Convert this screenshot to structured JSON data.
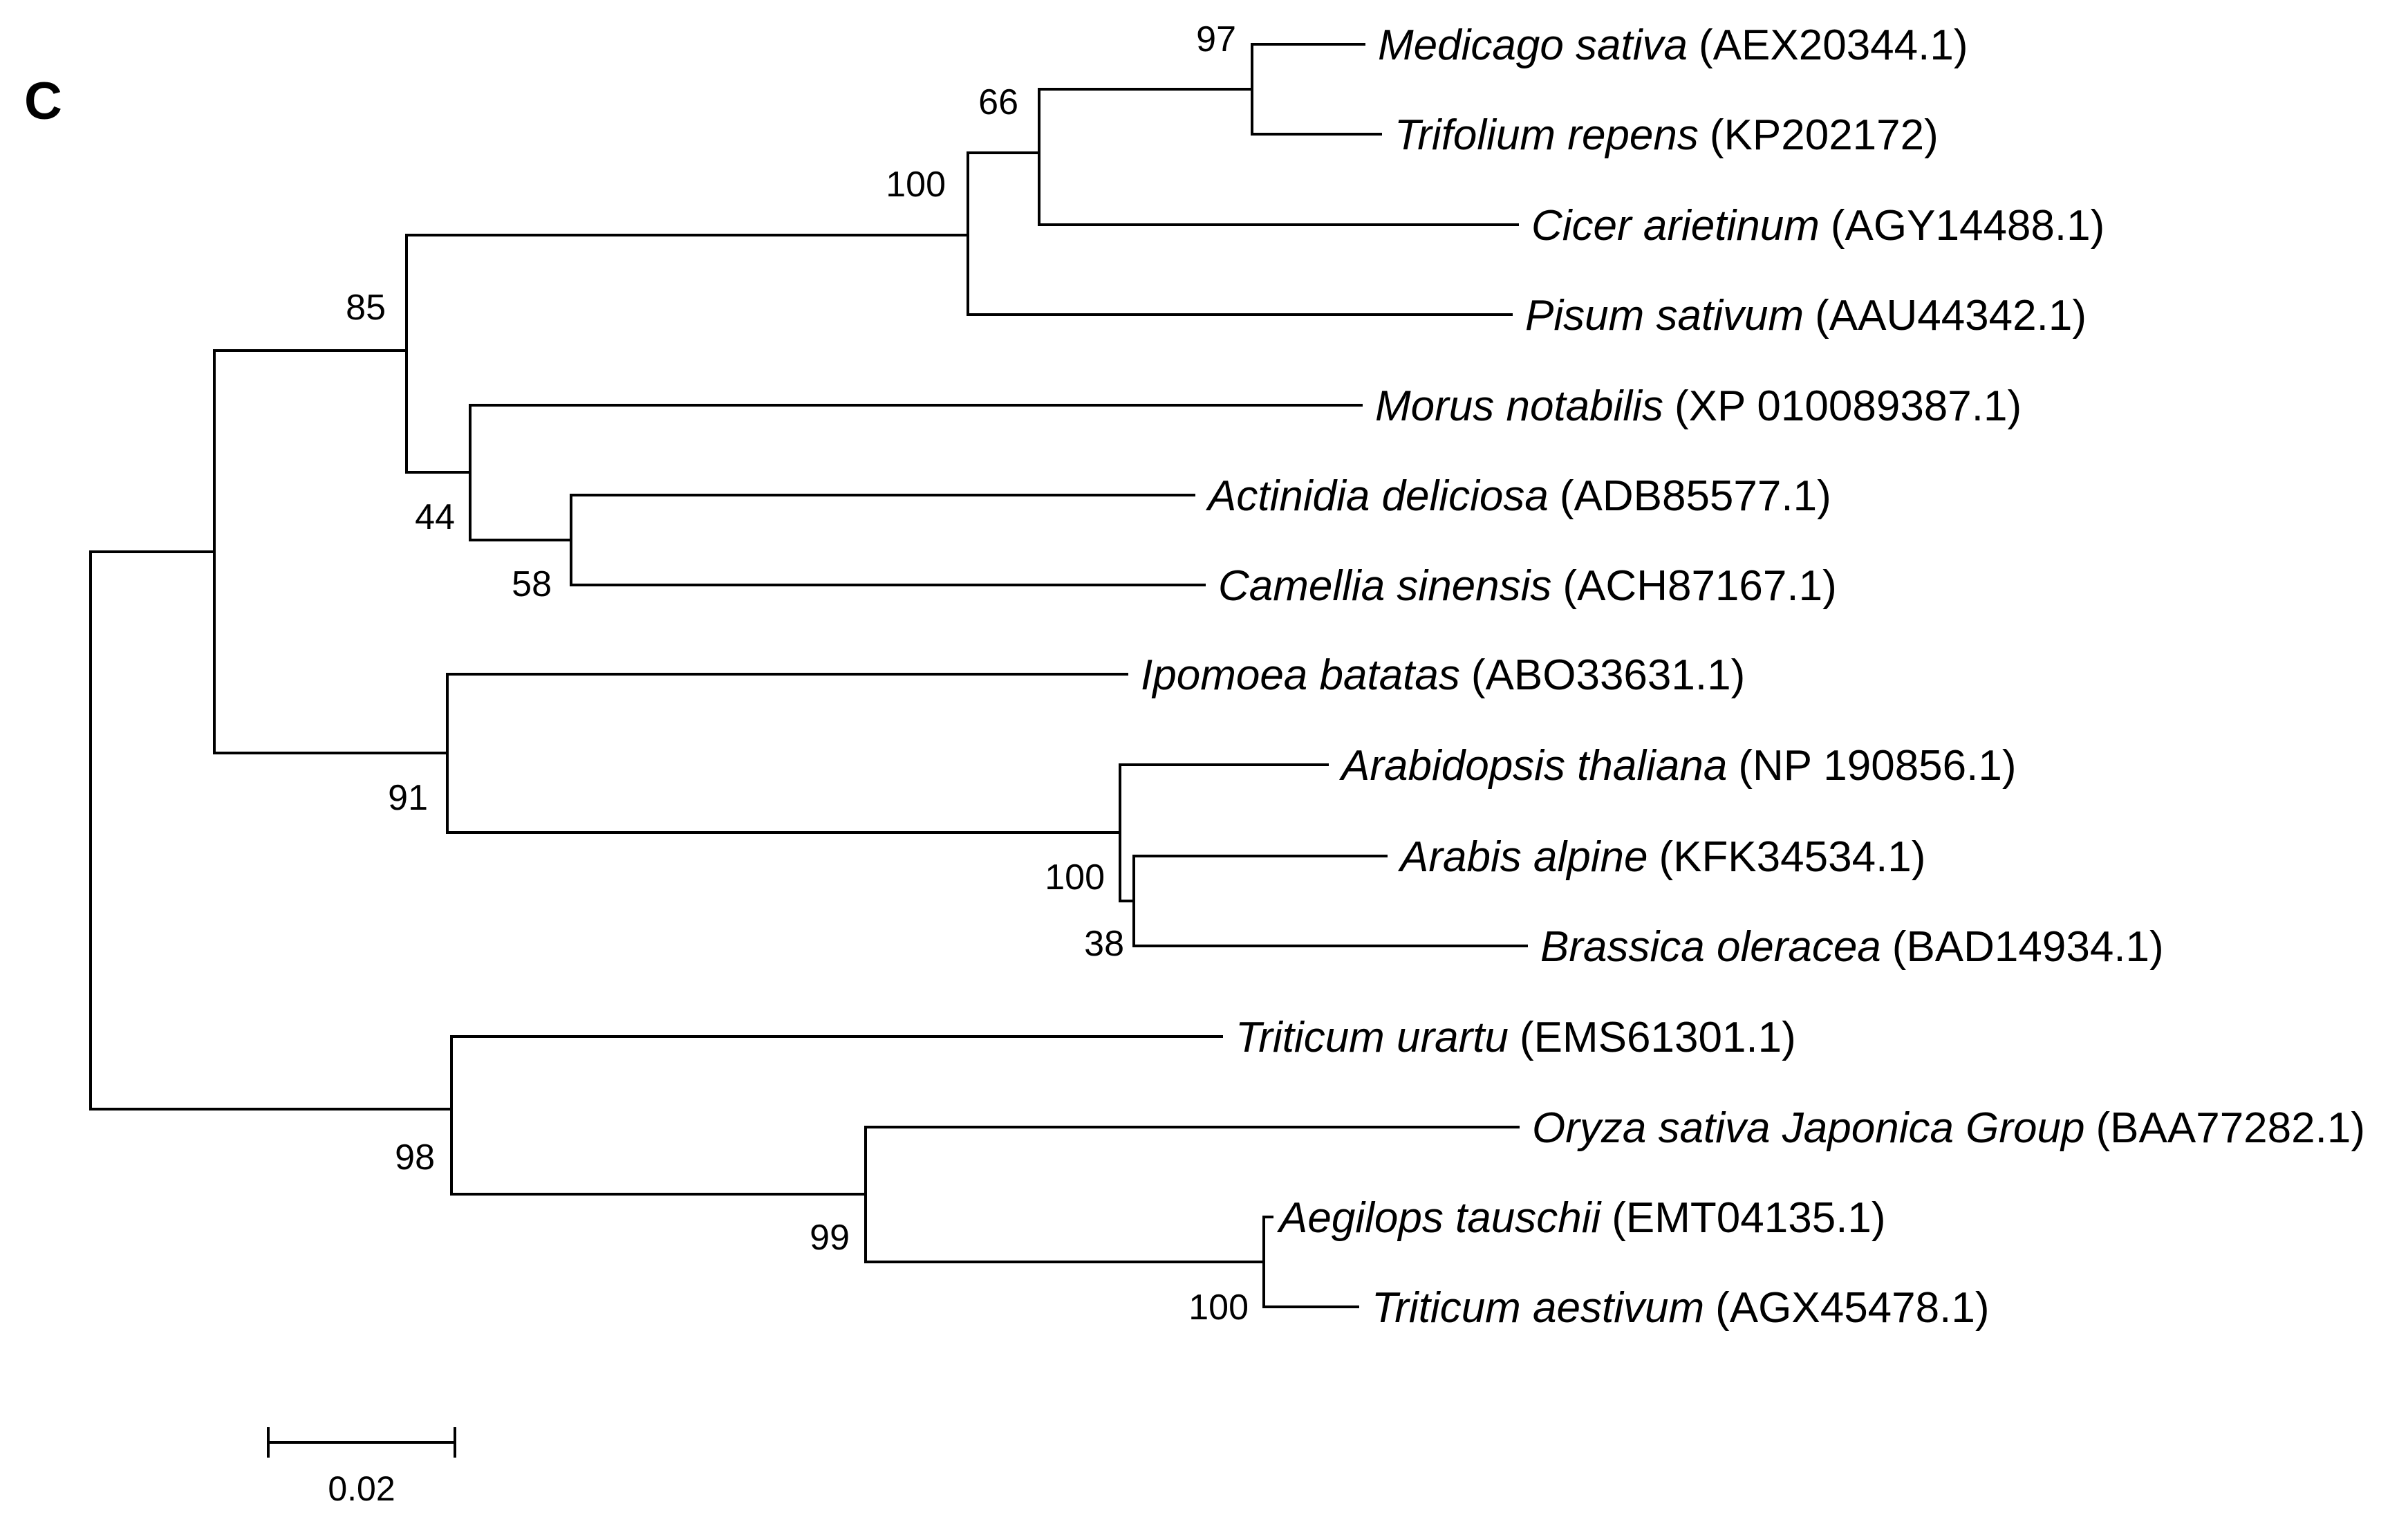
{
  "panel_label": "C",
  "scale_bar": {
    "label": "0.02",
    "value": 0.02
  },
  "taxa": [
    {
      "id": "t1",
      "species": "Medicago sativa",
      "accession": "(AEX20344.1)"
    },
    {
      "id": "t2",
      "species": "Trifolium repens",
      "accession": "(KP202172)"
    },
    {
      "id": "t3",
      "species": "Cicer arietinum",
      "accession": "(AGY14488.1)"
    },
    {
      "id": "t4",
      "species": "Pisum sativum",
      "accession": "(AAU44342.1)"
    },
    {
      "id": "t5",
      "species": "Morus notabilis",
      "accession": "(XP 010089387.1)"
    },
    {
      "id": "t6",
      "species": "Actinidia deliciosa",
      "accession": "(ADB85577.1)"
    },
    {
      "id": "t7",
      "species": "Camellia sinensis",
      "accession": "(ACH87167.1)"
    },
    {
      "id": "t8",
      "species": "Ipomoea batatas",
      "accession": "(ABO33631.1)"
    },
    {
      "id": "t9",
      "species": "Arabidopsis thaliana",
      "accession": "(NP 190856.1)"
    },
    {
      "id": "t10",
      "species": "Arabis alpine",
      "accession": "(KFK34534.1)"
    },
    {
      "id": "t11",
      "species": "Brassica oleracea",
      "accession": "(BAD14934.1)"
    },
    {
      "id": "t12",
      "species": "Triticum urartu",
      "accession": "(EMS61301.1)"
    },
    {
      "id": "t13",
      "species": "Oryza sativa Japonica Group",
      "accession": "(BAA77282.1)"
    },
    {
      "id": "t14",
      "species": "Aegilops tauschii",
      "accession": "(EMT04135.1)"
    },
    {
      "id": "t15",
      "species": "Triticum aestivum",
      "accession": "(AGX45478.1)"
    }
  ],
  "bootstrap_values": {
    "n_medicago_trifolium": "97",
    "n_cicer_group": "66",
    "n_legumes": "100",
    "n_rosids": "85",
    "n_morus_group": "44",
    "n_actinidia_camellia": "58",
    "n_ipomoea_group": "91",
    "n_brassicaceae": "100",
    "n_arabis_brassica": "38",
    "n_monocots": "98",
    "n_oryza_group": "99",
    "n_aegilops_triticum": "100"
  }
}
